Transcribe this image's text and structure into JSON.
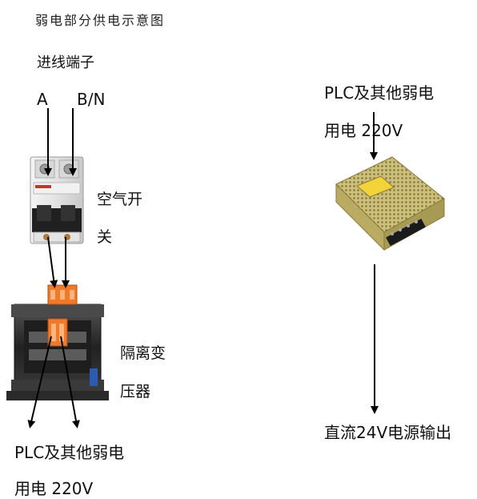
{
  "title": "弱电部分供电示意图",
  "left": {
    "terminal_label": "进线端子",
    "terminal_a": "A",
    "terminal_bn": "B/N",
    "breaker_label_line1": "空气开",
    "breaker_label_line2": "关",
    "transformer_label_line1": "隔离变",
    "transformer_label_line2": "压器",
    "output_line1": "PLC及其他弱电",
    "output_line2": "用电 220V"
  },
  "right": {
    "input_line1": "PLC及其他弱电",
    "input_line2": "用电 220V",
    "output_label": "直流24V电源输出"
  },
  "colors": {
    "background": "#ffffff",
    "arrow": "#000000",
    "breaker_body": "#e8e8e8",
    "terminal_orange": "#f07a2a",
    "transformer_core": "#2b2b2b",
    "psu_mesh": "#c8b96a"
  }
}
